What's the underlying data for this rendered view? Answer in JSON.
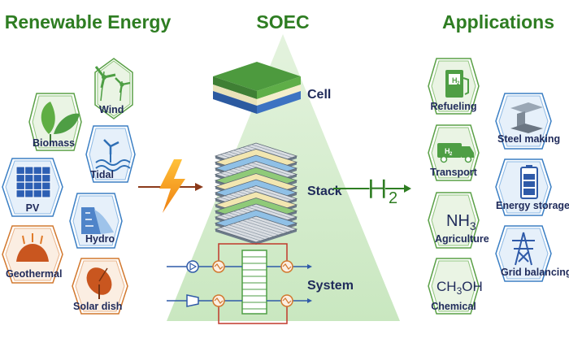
{
  "headings": {
    "left": "Renewable Energy",
    "center": "SOEC",
    "right": "Applications"
  },
  "sources": [
    {
      "id": "wind",
      "label": "Wind",
      "icon": "wind-turbine-icon",
      "theme": "green"
    },
    {
      "id": "biomass",
      "label": "Biomass",
      "icon": "leaf-icon",
      "theme": "green"
    },
    {
      "id": "tidal",
      "label": "Tidal",
      "icon": "wave-turbine-icon",
      "theme": "blue"
    },
    {
      "id": "pv",
      "label": "PV",
      "icon": "solar-panel-icon",
      "theme": "blue"
    },
    {
      "id": "hydro",
      "label": "Hydro",
      "icon": "dam-icon",
      "theme": "blue"
    },
    {
      "id": "geothermal",
      "label": "Geothermal",
      "icon": "volcano-icon",
      "theme": "orange"
    },
    {
      "id": "solar",
      "label": "Solar dish",
      "icon": "solar-dish-icon",
      "theme": "orange"
    }
  ],
  "soec_levels": [
    {
      "id": "cell",
      "label": "Cell"
    },
    {
      "id": "stack",
      "label": "Stack"
    },
    {
      "id": "system",
      "label": "System"
    }
  ],
  "product": {
    "main": "H",
    "sub": "2"
  },
  "applications": [
    {
      "id": "refueling",
      "label": "Refueling",
      "icon": "fuel-pump-icon",
      "theme": "green",
      "glyph": ""
    },
    {
      "id": "steel",
      "label": "Steel making",
      "icon": "steel-beam-icon",
      "theme": "blue",
      "glyph": ""
    },
    {
      "id": "transport",
      "label": "Transport",
      "icon": "truck-icon",
      "theme": "green",
      "glyph": ""
    },
    {
      "id": "storage",
      "label": "Energy storage",
      "icon": "battery-icon",
      "theme": "blue",
      "glyph": ""
    },
    {
      "id": "agriculture",
      "label": "Agriculture",
      "icon": "ammonia-formula-icon",
      "theme": "green",
      "glyph": "NH3"
    },
    {
      "id": "grid",
      "label": "Grid balancing",
      "icon": "power-tower-icon",
      "theme": "blue",
      "glyph": ""
    },
    {
      "id": "chemical",
      "label": "Chemical",
      "icon": "methanol-formula-icon",
      "theme": "green",
      "glyph": "CH3OH"
    }
  ],
  "colors": {
    "heading_green": "#2e7d22",
    "hex_green_fill": "#eaf4e4",
    "hex_green_stroke": "#5aa046",
    "hex_blue_fill": "#e6f0fa",
    "hex_blue_stroke": "#3b7fc4",
    "hex_orange_fill": "#fbeee2",
    "hex_orange_stroke": "#d2782e",
    "label_text": "#1f2a5a",
    "cone": "#d9efd3",
    "arrow": "#8b3a1a",
    "bolt": "#f39a1b",
    "h2": "#2e7d22"
  }
}
